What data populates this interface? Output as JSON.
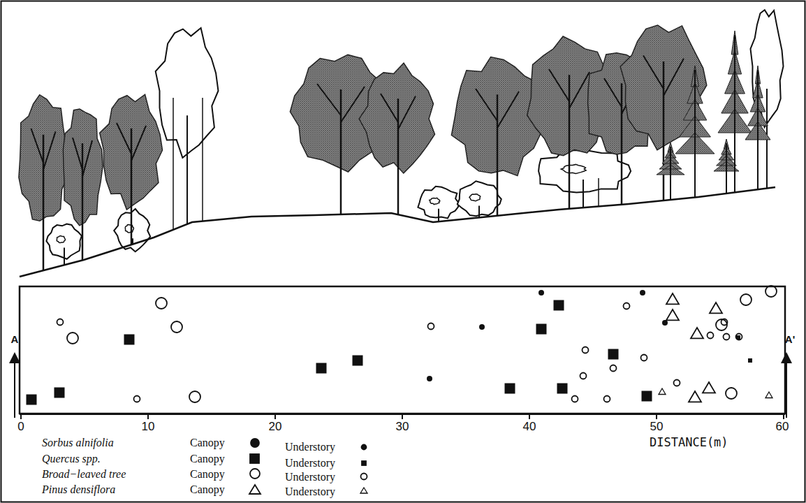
{
  "diagram": {
    "labels": [
      "A",
      "A'",
      "0",
      "10",
      "20",
      "30",
      "40",
      "50",
      "60",
      "DISTANCE(m)",
      "Sorbus alnifolia",
      "Quercus spp.",
      "Broad−leaved tree",
      "Pinus densiflora"
    ],
    "legend": [
      {
        "text": "Canopy"
      },
      {
        "text": "Understory"
      },
      {
        "text": "Canopy"
      },
      {
        "text": "Understory"
      },
      {
        "text": "Canopy"
      },
      {
        "text": "Understory"
      },
      {
        "text": "Canopy"
      },
      {
        "text": "Understory"
      }
    ]
  }
}
